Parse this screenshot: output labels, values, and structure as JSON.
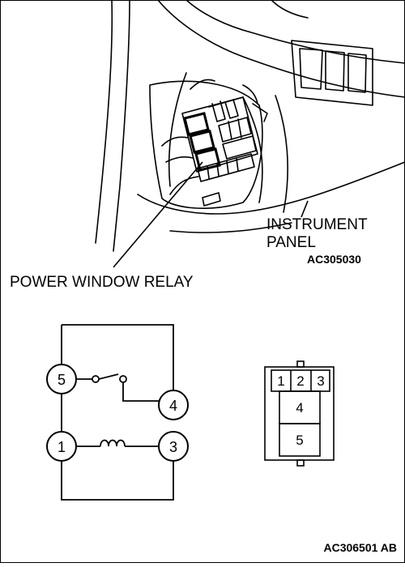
{
  "figure": {
    "top_labels": {
      "instrument_panel_line1": "INSTRUMENT",
      "instrument_panel_line2": "PANEL",
      "top_code": "AC305030",
      "relay_label": "POWER WINDOW RELAY"
    },
    "circuit": {
      "pins": [
        "5",
        "4",
        "1",
        "3"
      ]
    },
    "connector": {
      "top_row": [
        "1",
        "2",
        "3"
      ],
      "mid": "4",
      "bottom": "5"
    },
    "bottom_code": "AC306501 AB"
  }
}
